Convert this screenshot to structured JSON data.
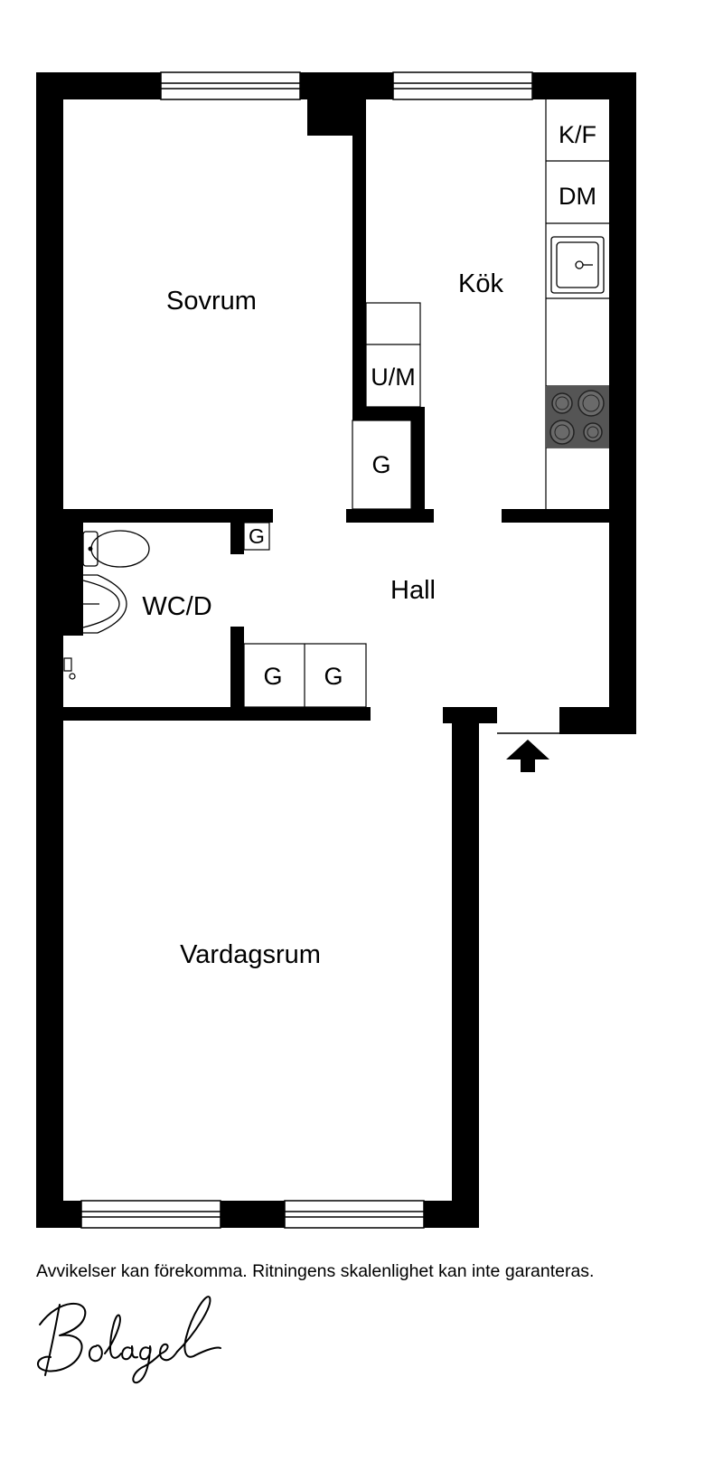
{
  "rooms": {
    "sovrum": "Sovrum",
    "kok": "Kök",
    "hall": "Hall",
    "wc": "WC/D",
    "vardagsrum": "Vardagsrum"
  },
  "fixtures": {
    "fridge_freezer": "K/F",
    "dishwasher": "DM",
    "oven_microwave": "U/M",
    "closet_kitchen": "G",
    "closet_wc": "G",
    "closet_hall_1": "G",
    "closet_hall_2": "G"
  },
  "disclaimer": "Avvikelser kan förekomma. Ritningens skalenlighet kan inte garanteras.",
  "brand": "Bolaget",
  "colors": {
    "wall": "#000000",
    "background": "#ffffff",
    "stove": "#555555"
  },
  "icons": [
    "toilet-icon",
    "sink-icon",
    "kitchen-sink-icon",
    "stove-icon",
    "entrance-arrow-icon",
    "window-icon",
    "faucet-icon"
  ]
}
